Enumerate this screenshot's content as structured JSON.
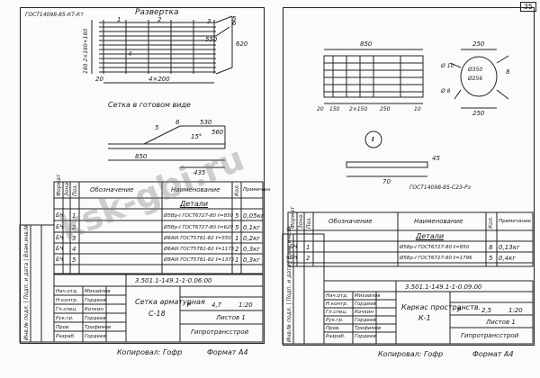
{
  "page_number": "35",
  "watermark": "ksk-gbi.ru",
  "left_sheet": {
    "razvertka_title": "Развертка",
    "bar_code": "ГОСТ14098-85-КТ-Кт",
    "dim_4x200": "4×200",
    "dim_20": "20",
    "dim_620": "620",
    "dim_550": "550",
    "dim_vert_180": "180 2×180+180",
    "callouts": [
      "1",
      "2",
      "3",
      "4",
      "5",
      "6"
    ],
    "view_title": "Сетка в готовом виде",
    "dims_view": [
      "850",
      "435",
      "560",
      "15°",
      "5",
      "6",
      "530"
    ],
    "spec_headers": [
      "Формат",
      "Зона",
      "Поз.",
      "Обозначение",
      "Наименование",
      "Кол.",
      "Примечание"
    ],
    "section": "Детали",
    "rows": [
      {
        "pos": "1",
        "name": "Ø5Вр-I ГОСТ6727-80 ℓ=850",
        "qty": "5",
        "note": "0,05кг"
      },
      {
        "pos": "2",
        "name": "Ø5Вр-I ГОСТ6727-80 ℓ=620",
        "qty": "5",
        "note": "0,1кг"
      },
      {
        "pos": "3",
        "name": "Ø6АIII ГОСТ5781-82 ℓ=550",
        "qty": "1",
        "note": "0,2кг"
      },
      {
        "pos": "4",
        "name": "Ø6АIII ГОСТ5781-82 ℓ=1175",
        "qty": "2",
        "note": "0,3кг"
      },
      {
        "pos": "5",
        "name": "Ø8АIII ГОСТ5781-82 ℓ=1375",
        "qty": "1",
        "note": "0,3кг"
      }
    ],
    "format_col": [
      "БЧ",
      "БЧ",
      "БЧ",
      "БЧ",
      "БЧ"
    ],
    "doc_number": "3.501.1-149.1-1-0.06.00",
    "item_title": "Сетка арматурная",
    "item_code": "С-18",
    "stage": "Р",
    "mass": "4,7",
    "scale": "1:20",
    "sheet": "Листов 1",
    "org": "Гипротрансстрой",
    "copied": "Копировал: Гофр",
    "format": "Формат А4",
    "stamp_rows": [
      "Нач.отд.",
      "Н.контр.",
      "Гл.спец.",
      "Рук.гр.",
      "Пров.",
      "Разраб."
    ],
    "stamp_names": [
      "Михайлов",
      "Гордеев",
      "Кочкин",
      "Гордеев",
      "Трофимов",
      "Гордеев"
    ],
    "side_text": "Инв.№ подл. | Подп. и дата | Взам.инв.№"
  },
  "right_sheet": {
    "dim_850": "850",
    "dim_row": [
      "20",
      "150",
      "2×150",
      "250",
      "10"
    ],
    "dims_circle": [
      "250",
      "Ø350",
      "250",
      "Ø256",
      "Ø 10",
      "Ø 8",
      "8"
    ],
    "mark": "I",
    "dim_70": "70",
    "dim_45": "45",
    "gost_note": "ГОСТ14098-85-С23-Рз",
    "spec_headers": [
      "Формат",
      "Зона",
      "Поз.",
      "Обозначение",
      "Наименование",
      "Кол.",
      "Примечание"
    ],
    "section": "Детали",
    "rows": [
      {
        "pos": "1",
        "name": "Ø5Вр-I ГОСТ6727-80 ℓ=850",
        "qty": "8",
        "note": "0,13кг"
      },
      {
        "pos": "2",
        "name": "Ø5Вр-I ГОСТ6727-80 ℓ=1796",
        "qty": "5",
        "note": "0,4кг"
      }
    ],
    "format_col": [
      "БЧ",
      "БЧ"
    ],
    "doc_number": "3.501.1-149.1-1-0.09.00",
    "item_title": "Каркас пространств.",
    "item_code": "К-1",
    "stage": "Р",
    "mass": "2,5",
    "scale": "1:20",
    "sheet": "Листов 1",
    "org": "Гипротрансстрой",
    "copied": "Копировал: Гофр",
    "format": "Формат А4",
    "stamp_rows": [
      "Нач.отд.",
      "Н.контр.",
      "Гл.спец.",
      "Рук.гр.",
      "Пров.",
      "Разраб."
    ],
    "stamp_names": [
      "Михайлов",
      "Гордеев",
      "Кочкин",
      "Гордеев",
      "Трофимов",
      "Гордеев"
    ],
    "side_text": "Инв.№ подл. | Подп. и дата | Взам.инв.№"
  }
}
